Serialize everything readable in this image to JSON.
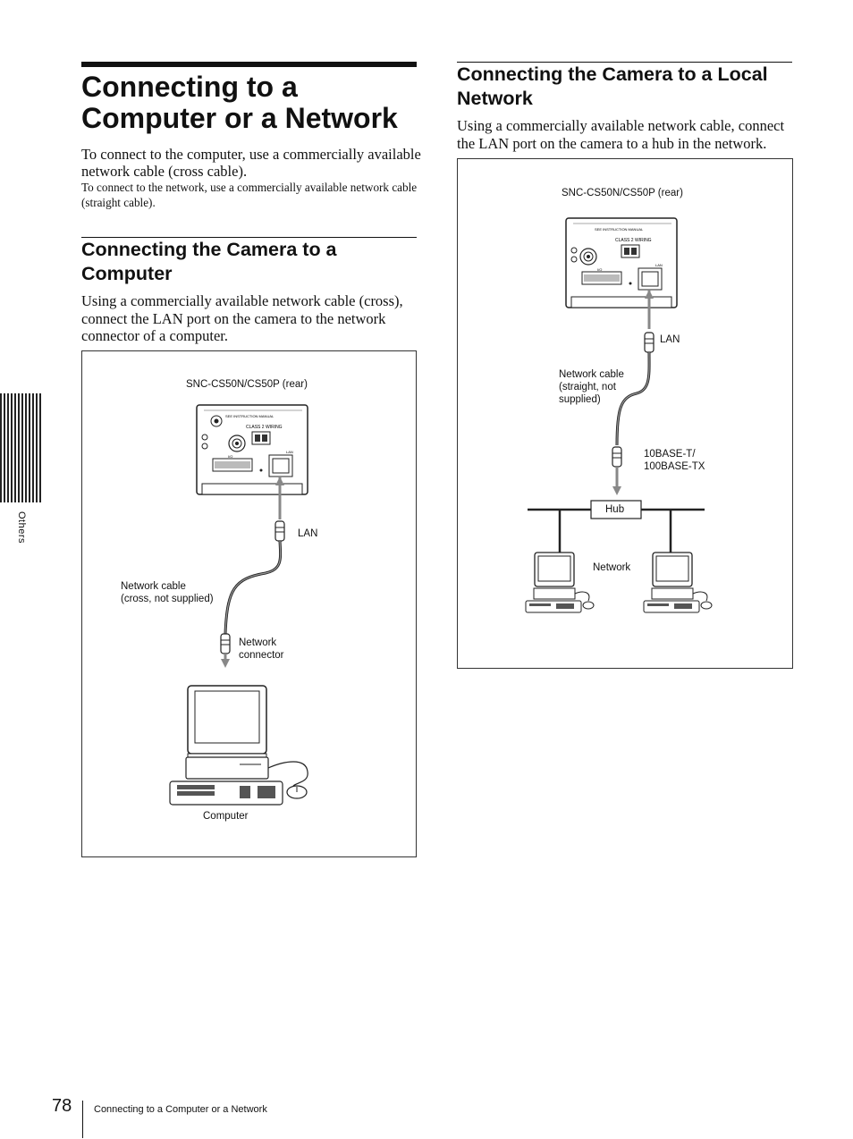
{
  "page": {
    "title": "Connecting to a Computer or a Network",
    "intro_large": "To connect to the computer, use a commercially available network cable (cross cable).",
    "intro_small": "To connect to the network, use a commercially available network cable (straight cable)."
  },
  "section_computer": {
    "heading": "Connecting the Camera to a Computer",
    "body": "Using a commercially available network cable (cross), connect the LAN port on the camera to the network connector of a computer.",
    "figure": {
      "camera_label": "SNC-CS50N/CS50P (rear)",
      "lan_label": "LAN",
      "cable_label_1": "Network cable",
      "cable_label_2": "(cross, not supplied)",
      "connector_label_1": "Network",
      "connector_label_2": "connector",
      "computer_label": "Computer"
    }
  },
  "section_network": {
    "heading": "Connecting the Camera to a Local Network",
    "body": "Using a commercially available network cable, connect the LAN port on the camera to a hub in the network.",
    "figure": {
      "camera_label": "SNC-CS50N/CS50P  (rear)",
      "lan_label": "LAN",
      "cable_label_1": "Network cable",
      "cable_label_2": "(straight, not",
      "cable_label_3": "supplied)",
      "base_label_1": "10BASE-T/",
      "base_label_2": "100BASE-TX",
      "hub_label": "Hub",
      "network_label": "Network"
    }
  },
  "camera_panel": {
    "manual_text": "SEE INSTRUCTION MANUAL",
    "wiring_text": "CLASS 2 WIRING",
    "io_text": "I/O",
    "lan_port_text": "LAN"
  },
  "sidebar": {
    "section_label": "Others"
  },
  "footer": {
    "page_number": "78",
    "running_title": "Connecting to a Computer or a Network"
  }
}
